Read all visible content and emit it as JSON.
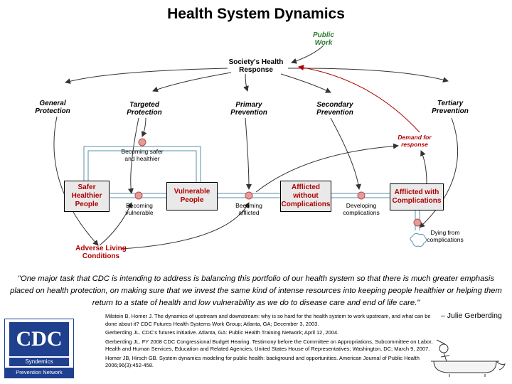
{
  "title": "Health System Dynamics",
  "nodes": {
    "public_work": [
      "Public",
      "Work"
    ],
    "societys_response": [
      "Society's Health",
      "Response"
    ],
    "general_protection": [
      "General",
      "Protection"
    ],
    "targeted_protection": [
      "Targeted",
      "Protection"
    ],
    "primary_prevention": [
      "Primary",
      "Prevention"
    ],
    "secondary_prevention": [
      "Secondary",
      "Prevention"
    ],
    "tertiary_prevention": [
      "Tertiary",
      "Prevention"
    ],
    "demand_for_response": [
      "Demand for",
      "response"
    ],
    "becoming_safer": [
      "Becoming safer",
      "and healthier"
    ],
    "safer_healthier_people": [
      "Safer",
      "Healthier",
      "People"
    ],
    "becoming_vulnerable": [
      "Becoming",
      "vulnerable"
    ],
    "vulnerable_people": [
      "Vulnerable",
      "People"
    ],
    "becoming_afflicted": [
      "Becoming",
      "afflicted"
    ],
    "afflicted_without": [
      "Afflicted",
      "without",
      "Complications"
    ],
    "developing_complications": [
      "Developing",
      "complications"
    ],
    "afflicted_with": [
      "Afflicted with",
      "Complications"
    ],
    "dying_from": [
      "Dying from",
      "complications"
    ],
    "adverse_living": [
      "Adverse Living",
      "Conditions"
    ]
  },
  "quote": "\"One major task that CDC is intending to address is balancing this portfolio of our health system so that there is much greater emphasis placed on health protection, on making sure that we invest the same kind of intense resources into keeping people healthier or helping them return to a state of health and low vulnerability as we do to disease care and end of life care.\"",
  "attribution": "– Julie Gerberding",
  "references": [
    "Milstein B, Homer J. The dynamics of upstream and downstream: why is so hard for the health system to work upstream, and what can be done about it? CDC Futures Health Systems Work Group; Atlanta, GA; December 3, 2003.",
    "Gerberding JL. CDC's futures initiative. Atlanta, GA: Public Health Training Network; April 12, 2004.",
    "Gerberding JL. FY 2008 CDC Congressional Budget Hearing. Testimony before the Committee on Appropriations, Subcommittee on Labor, Health and Human Services, Education and Related Agencies, United States House of Representatives; Washington, DC; March 9, 2007.",
    "Homer JB, Hirsch GB. System dynamics modeling for public health: background and opportunities. American Journal of Public Health 2006;96(3):452-458."
  ],
  "logo": {
    "mark": "CDC",
    "line1": "Syndemics",
    "line2": "Prevention Network"
  },
  "colors": {
    "stock_text": "#b00000",
    "public_work": "#2e7d32",
    "valve": "#e89a9a",
    "pipe": "#5b8fa8",
    "logo_blue": "#1f3f8f"
  }
}
